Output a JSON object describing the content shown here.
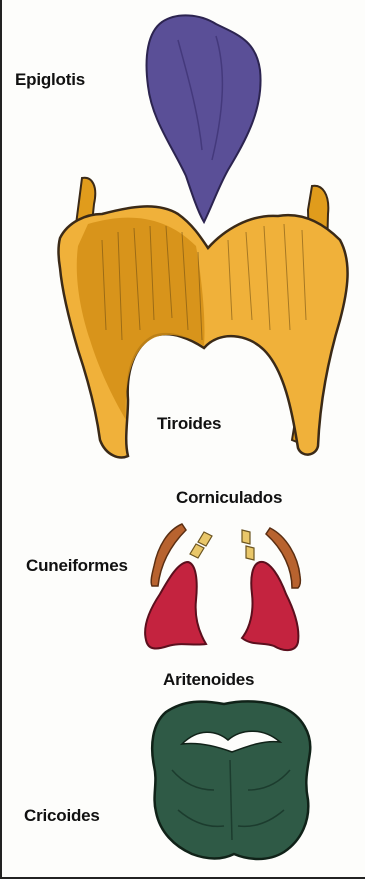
{
  "labels": {
    "epiglotis": "Epiglotis",
    "tiroides": "Tiroides",
    "corniculados": "Corniculados",
    "cuneiformes": "Cuneiformes",
    "aritenoides": "Aritenoides",
    "cricoides": "Cricoides"
  },
  "colors": {
    "epiglotis": "#5a4f97",
    "tiroides_dark": "#e09c1c",
    "tiroides_light": "#f2b63c",
    "corniculados": "#b8632f",
    "cuneiformes": "#e9c76a",
    "aritenoides": "#c4233f",
    "cricoides": "#2f5a46",
    "outline": "#3b2a17"
  }
}
